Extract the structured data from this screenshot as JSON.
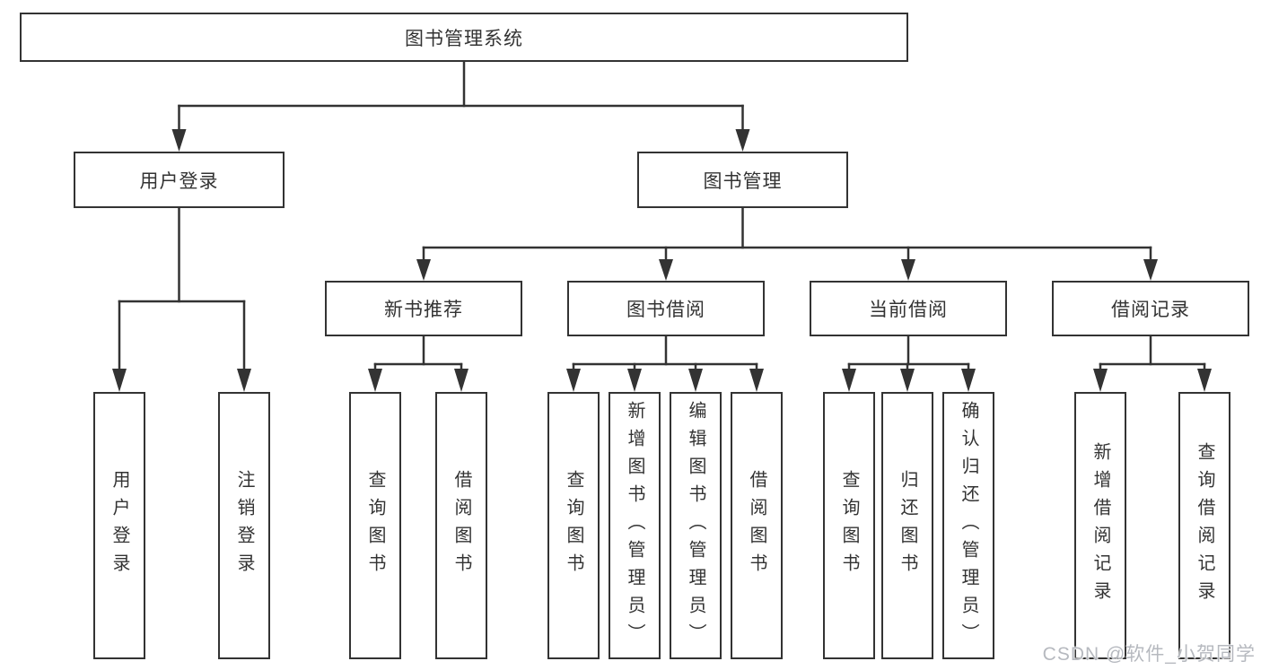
{
  "tree": {
    "label": "图书管理系统",
    "children": [
      {
        "label": "用户登录",
        "children": [
          {
            "label": "用户登录"
          },
          {
            "label": "注销登录"
          }
        ]
      },
      {
        "label": "图书管理",
        "children": [
          {
            "label": "新书推荐",
            "children": [
              {
                "label": "查询图书"
              },
              {
                "label": "借阅图书"
              }
            ]
          },
          {
            "label": "图书借阅",
            "children": [
              {
                "label": "查询图书"
              },
              {
                "label": "新增图书（管理员）"
              },
              {
                "label": "编辑图书（管理员）"
              },
              {
                "label": "借阅图书"
              }
            ]
          },
          {
            "label": "当前借阅",
            "children": [
              {
                "label": "查询图书"
              },
              {
                "label": "归还图书"
              },
              {
                "label": "确认归还（管理员）"
              }
            ]
          },
          {
            "label": "借阅记录",
            "children": [
              {
                "label": "新增借阅记录"
              },
              {
                "label": "查询借阅记录"
              }
            ]
          }
        ]
      }
    ]
  },
  "watermark": "CSDN @软件_小贺同学",
  "colors": {
    "line": "#333333",
    "text": "#333333",
    "background": "#ffffff",
    "watermark": "#b6b9bf"
  }
}
